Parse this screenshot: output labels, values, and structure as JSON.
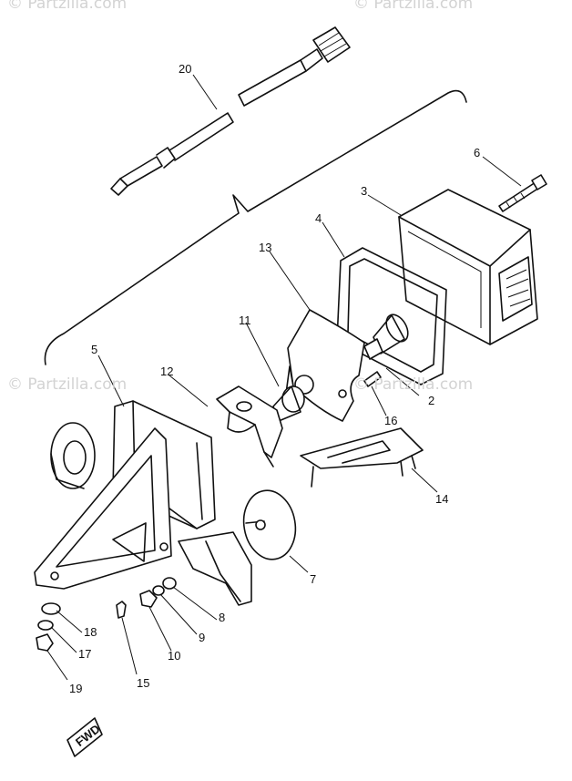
{
  "watermarks": {
    "top_left": "© Partzilla.com",
    "top_right": "© Partzilla.com",
    "mid_left": "© Partzilla.com",
    "mid_right": "© Partzilla.com"
  },
  "callouts": {
    "c1": "2",
    "c2": "3",
    "c3": "4",
    "c4": "5",
    "c5": "6",
    "c6": "7",
    "c7": "8",
    "c8": "9",
    "c9": "10",
    "c10": "11",
    "c11": "12",
    "c12": "13",
    "c13": "14",
    "c14": "15",
    "c15": "16",
    "c16": "17",
    "c17": "18",
    "c18": "19",
    "c19": "20"
  },
  "fwd_label": "FWD",
  "colors": {
    "ink": "#111111",
    "watermark": "#d3d3d3",
    "background": "#ffffff"
  }
}
